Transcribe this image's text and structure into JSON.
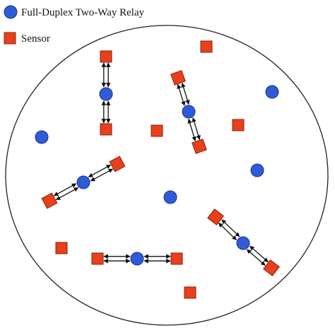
{
  "legend": {
    "relay_label": "Full-Duplex Two-Way Relay",
    "sensor_label": "Sensor"
  },
  "colors": {
    "relay_fill": "#2f5bd8",
    "relay_stroke": "#17308a",
    "sensor_fill": "#e8401c",
    "sensor_stroke": "#8c1e08",
    "boundary": "#222222",
    "arrow": "#111111"
  },
  "icons": {
    "relay": "blue-circle",
    "sensor": "red-square",
    "link": "double-headed-arrow-pair"
  }
}
